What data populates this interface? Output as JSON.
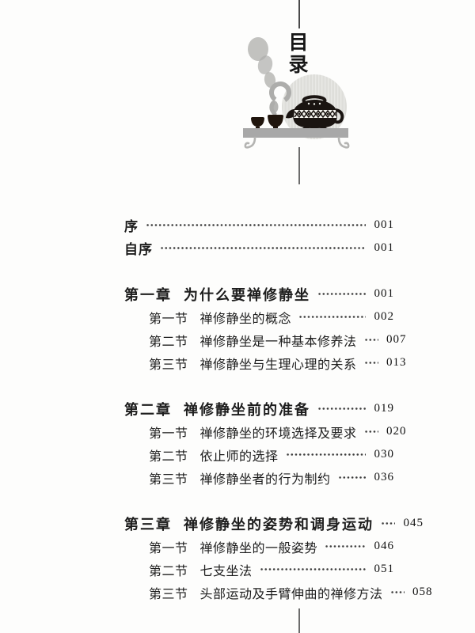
{
  "page_title": "目录",
  "colors": {
    "ink": "#1d1d1d",
    "paper": "#fdfdfc",
    "rule": "#4a4a4a",
    "page_number_ink": "#111111"
  },
  "illustration": {
    "name": "teapot-and-tea-bowls-with-question-mark-steam",
    "colors": {
      "teapot": "#1a1411",
      "cup": "#20150d",
      "steam": "#adadab",
      "halo": "#d6d6d2",
      "table": "#a8a8a8",
      "legs": "#b4b4b2"
    }
  },
  "toc": {
    "entries": [
      {
        "kind": "front",
        "num": "",
        "title": "序",
        "page": "001"
      },
      {
        "kind": "front",
        "num": "",
        "title": "自序",
        "page": "001"
      },
      {
        "kind": "chapter",
        "num": "第一章",
        "title": "为什么要禅修静坐",
        "page": "001"
      },
      {
        "kind": "section",
        "num": "第一节",
        "title": "禅修静坐的概念",
        "page": "002"
      },
      {
        "kind": "section",
        "num": "第二节",
        "title": "禅修静坐是一种基本修养法",
        "page": "007"
      },
      {
        "kind": "section",
        "num": "第三节",
        "title": "禅修静坐与生理心理的关系",
        "page": "013"
      },
      {
        "kind": "chapter",
        "num": "第二章",
        "title": "禅修静坐前的准备",
        "page": "019"
      },
      {
        "kind": "section",
        "num": "第一节",
        "title": "禅修静坐的环境选择及要求",
        "page": "020"
      },
      {
        "kind": "section",
        "num": "第二节",
        "title": "依止师的选择",
        "page": "030"
      },
      {
        "kind": "section",
        "num": "第三节",
        "title": "禅修静坐者的行为制约",
        "page": "036"
      },
      {
        "kind": "chapter",
        "num": "第三章",
        "title": "禅修静坐的姿势和调身运动",
        "page": "045"
      },
      {
        "kind": "section",
        "num": "第一节",
        "title": "禅修静坐的一般姿势",
        "page": "046"
      },
      {
        "kind": "section",
        "num": "第二节",
        "title": "七支坐法",
        "page": "051"
      },
      {
        "kind": "section",
        "num": "第三节",
        "title": "头部运动及手臂伸曲的禅修方法",
        "page": "058"
      }
    ]
  }
}
